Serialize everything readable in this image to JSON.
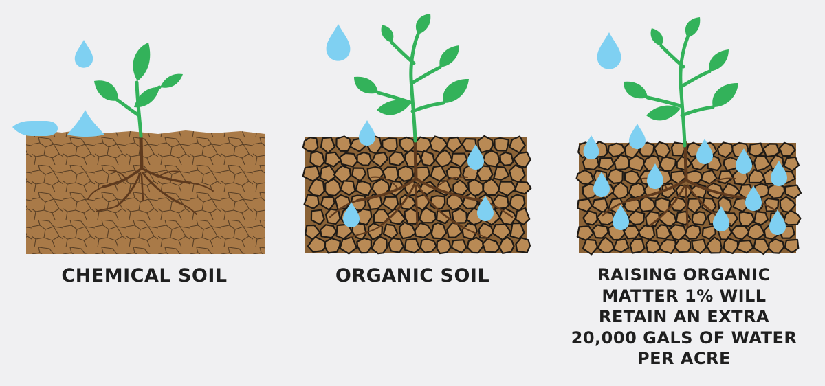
{
  "panels": [
    {
      "id": "chemical",
      "caption_lines": [
        "CHEMICAL SOIL"
      ]
    },
    {
      "id": "organic",
      "caption_lines": [
        "ORGANIC SOIL"
      ]
    },
    {
      "id": "raising",
      "caption_lines": [
        "RAISING ORGANIC",
        "MATTER 1% WILL",
        "RETAIN AN EXTRA",
        "20,000 GALS OF WATER",
        "PER ACRE"
      ]
    }
  ],
  "colors": {
    "background": "#f0f0f2",
    "soil": "#a97a48",
    "soil_crack": "#4a3520",
    "clod": "#b98a55",
    "clod_outline": "#1e1a16",
    "root": "#5e3a1e",
    "stem": "#33b25a",
    "leaf": "#33b25a",
    "water": "#7fd0f2",
    "text": "#1f1f1f"
  },
  "icons": [
    "water-drop-icon",
    "plant-icon",
    "soil-block"
  ]
}
